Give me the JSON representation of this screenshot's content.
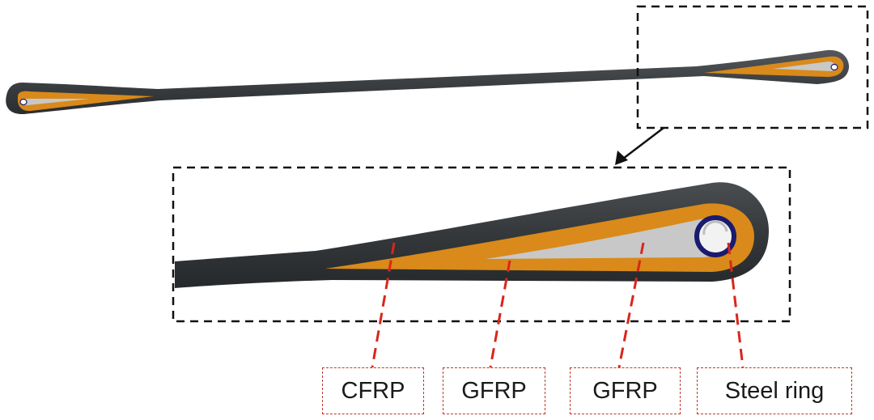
{
  "labels": {
    "cfrp": "CFRP",
    "gfrp_outer": "GFRP",
    "gfrp_inner": "GFRP",
    "steel_ring": "Steel ring"
  },
  "colors": {
    "cfrp": "#3b3f42",
    "gfrp_outer": "#d98a1a",
    "gfrp_inner": "#c8c8c8",
    "steel_ring": "#1a1a6e",
    "leader_line": "#d9261c",
    "frame": "#111111"
  }
}
